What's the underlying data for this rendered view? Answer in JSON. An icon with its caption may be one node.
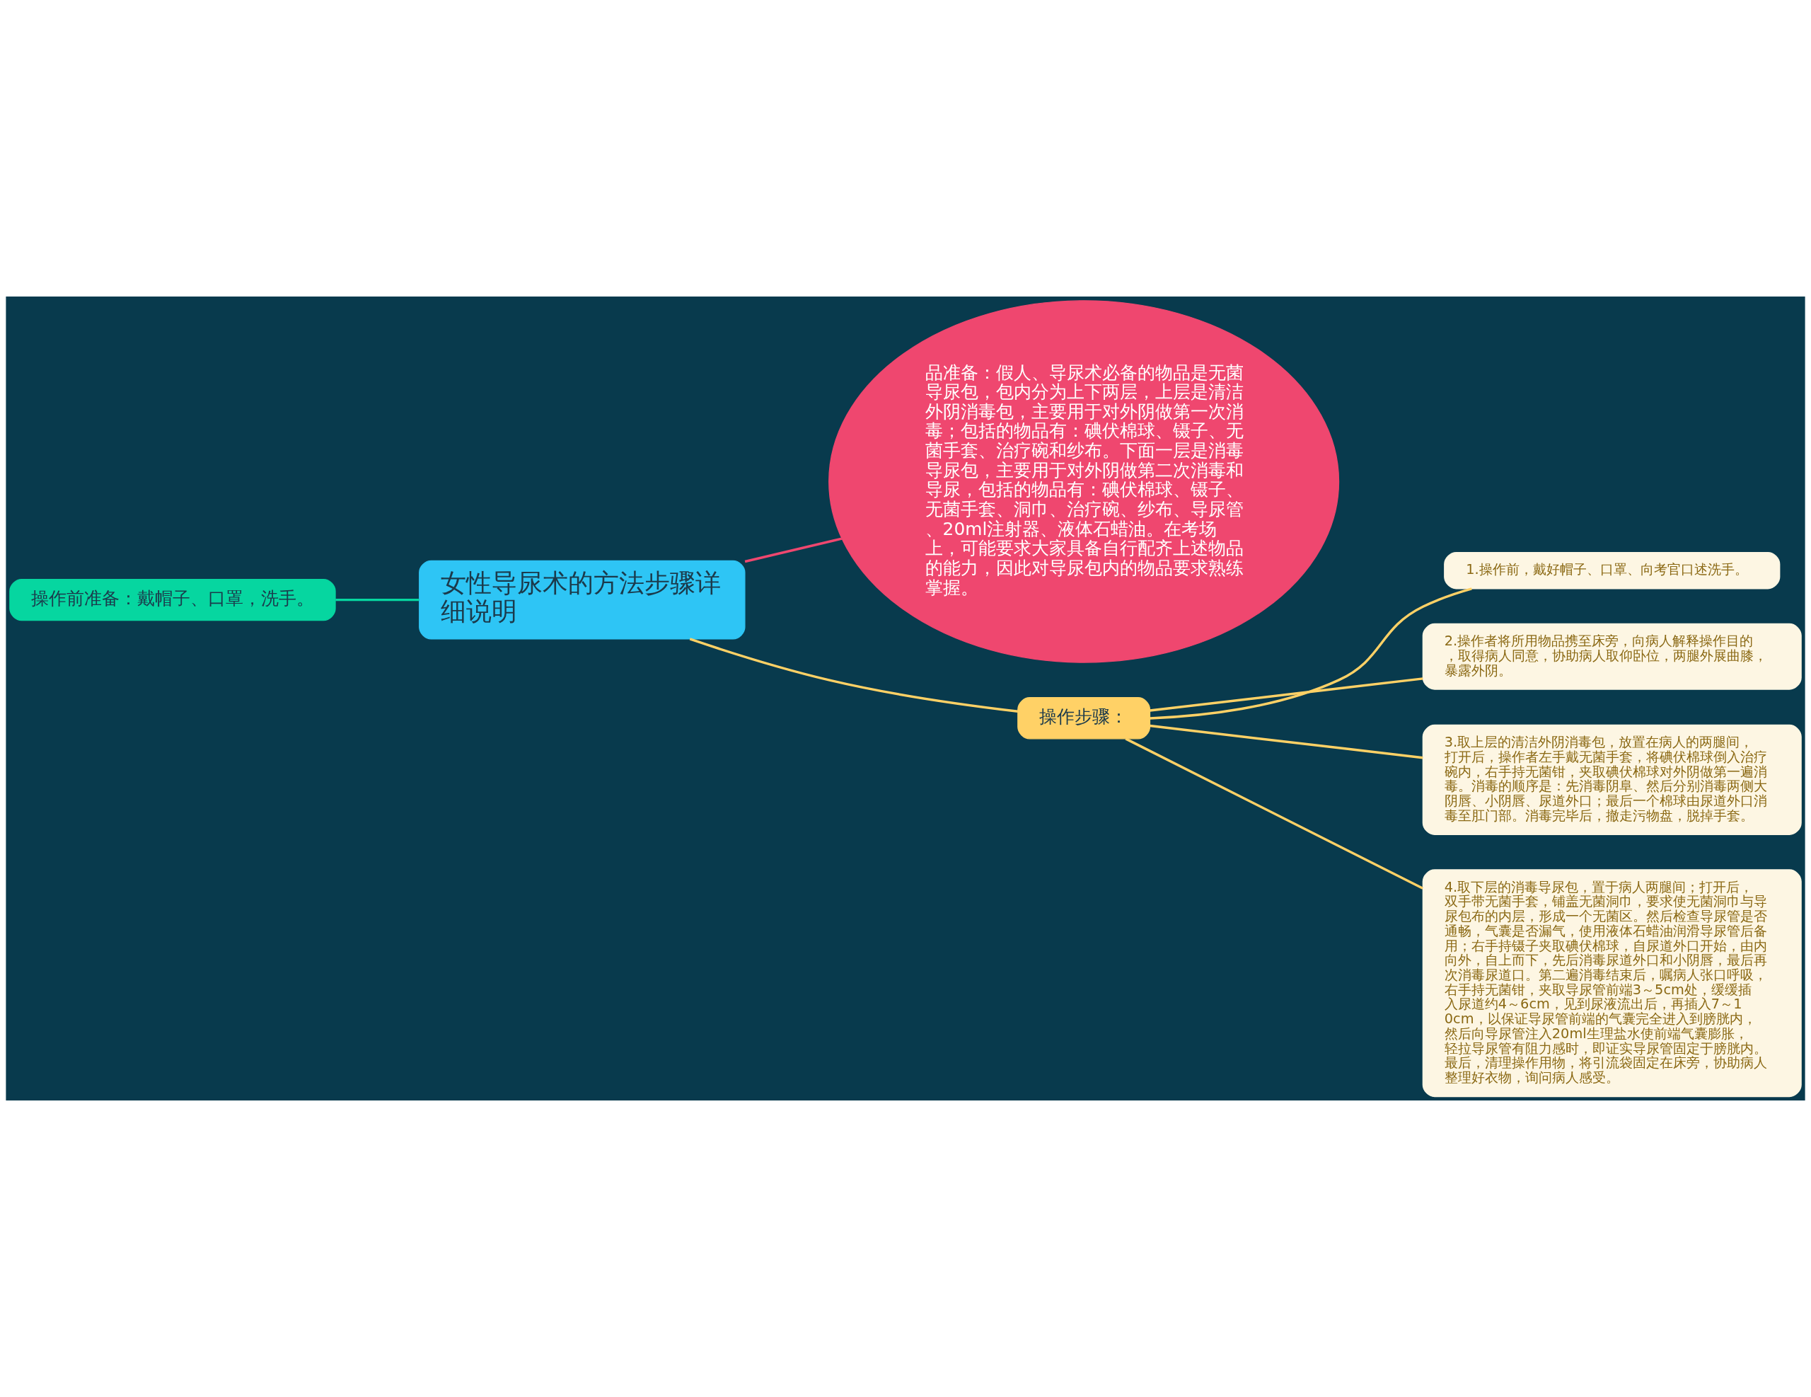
{
  "diagram": {
    "nodes": [
      {
        "text": [
          "女性导尿术的方法步骤详细说明"
        ]
      },
      {
        "text": [
          "操作前准备：戴帽子、口罩，洗手。"
        ]
      },
      {
        "text": [
          "品准备：假人、导尿术必备的物品是无菌导尿包，包内分为上下两层，上层是清洁外阴消毒包，主要用于对外阴做第一次消毒；包括的物品有：碘伏棉球、镊子、无菌手套、治疗碗和纱布。下面一层是消毒导尿包，主要用于对外阴做第二次消毒和导尿，包括的物品有：碘伏棉球、镊子、无菌手套、洞巾、治疗碗、纱布、导尿管、20ml注射器、液体石蜡油。在考场上，可能要求大家具备自行配齐上述物品的能力，因此对导尿包内的物品要求熟练掌握。"
        ]
      },
      {
        "text": [
          "操作步骤："
        ]
      },
      {
        "text": [
          "1.操作前，戴好帽子、口罩、向考官口述洗手。"
        ]
      },
      {
        "text": [
          "2.操作者将所用物品携至床旁，向病人解释操作目的，取得病人同意，协助病人取仰卧位，两腿外展曲膝，暴露外阴。"
        ]
      },
      {
        "text": [
          "3.取上层的清洁外阴消毒包，放置在病人的两腿间，打开后，操作者左手戴无菌手套，将碘伏棉球倒入治疗碗内，右手持无菌钳，夹取碘伏棉球对外阴做第一遍消毒。消毒的顺序是：先消毒阴阜、然后分别消毒两侧大阴唇、小阴唇、尿道外口；最后一个棉球由尿道外口消毒至肛门部。消毒完毕后，撤走污物盘，脱掉手套。"
        ]
      },
      {
        "text": [
          "4.取下层的消毒导尿包，置于病人两腿间；打开后，双手带无菌手套，铺盖无菌洞巾，要求使无菌洞巾与导尿包布的内层，形成一个无菌区。然后检查导尿管是否通畅，气囊是否漏气，使用液体石蜡油润滑导尿管后备用；右手持镊子夹取碘伏棉球，自尿道外口开始，由内向外，自上而下，先后消毒尿道外口和小阴唇，最后再次消毒尿道口。第二遍消毒结束后，嘱病人张口呼吸，右手持无菌钳，夹取导尿管前端3～5cm处，缓缓插入尿道约4～6cm，见到尿液流出后，再插入7～10cm，以保证导尿管前端的气囊完全进入到膀胱内，然后向导尿管注入20ml生理盐水使前端气囊膨胀，轻拉导尿管有阻力感时，即证实导尿管固定于膀胱内。最后，清理操作用物，将引流袋固定在床旁，协助病人整理好衣物，询问病人感受。"
        ]
      }
    ],
    "edges": [
      {
        "from": 0,
        "to": 1,
        "arrow": "none",
        "color": "#06d6a0"
      },
      {
        "from": 0,
        "to": 2,
        "arrow": "none",
        "color": "#ef476f"
      },
      {
        "from": 0,
        "to": 3,
        "arrow": "none"
      },
      {
        "from": 3,
        "to": 4,
        "arrow": "none"
      },
      {
        "from": 3,
        "to": 5,
        "arrow": "none"
      },
      {
        "from": 3,
        "to": 6,
        "arrow": "none"
      },
      {
        "from": 3,
        "to": 7,
        "arrow": "none"
      }
    ]
  }
}
